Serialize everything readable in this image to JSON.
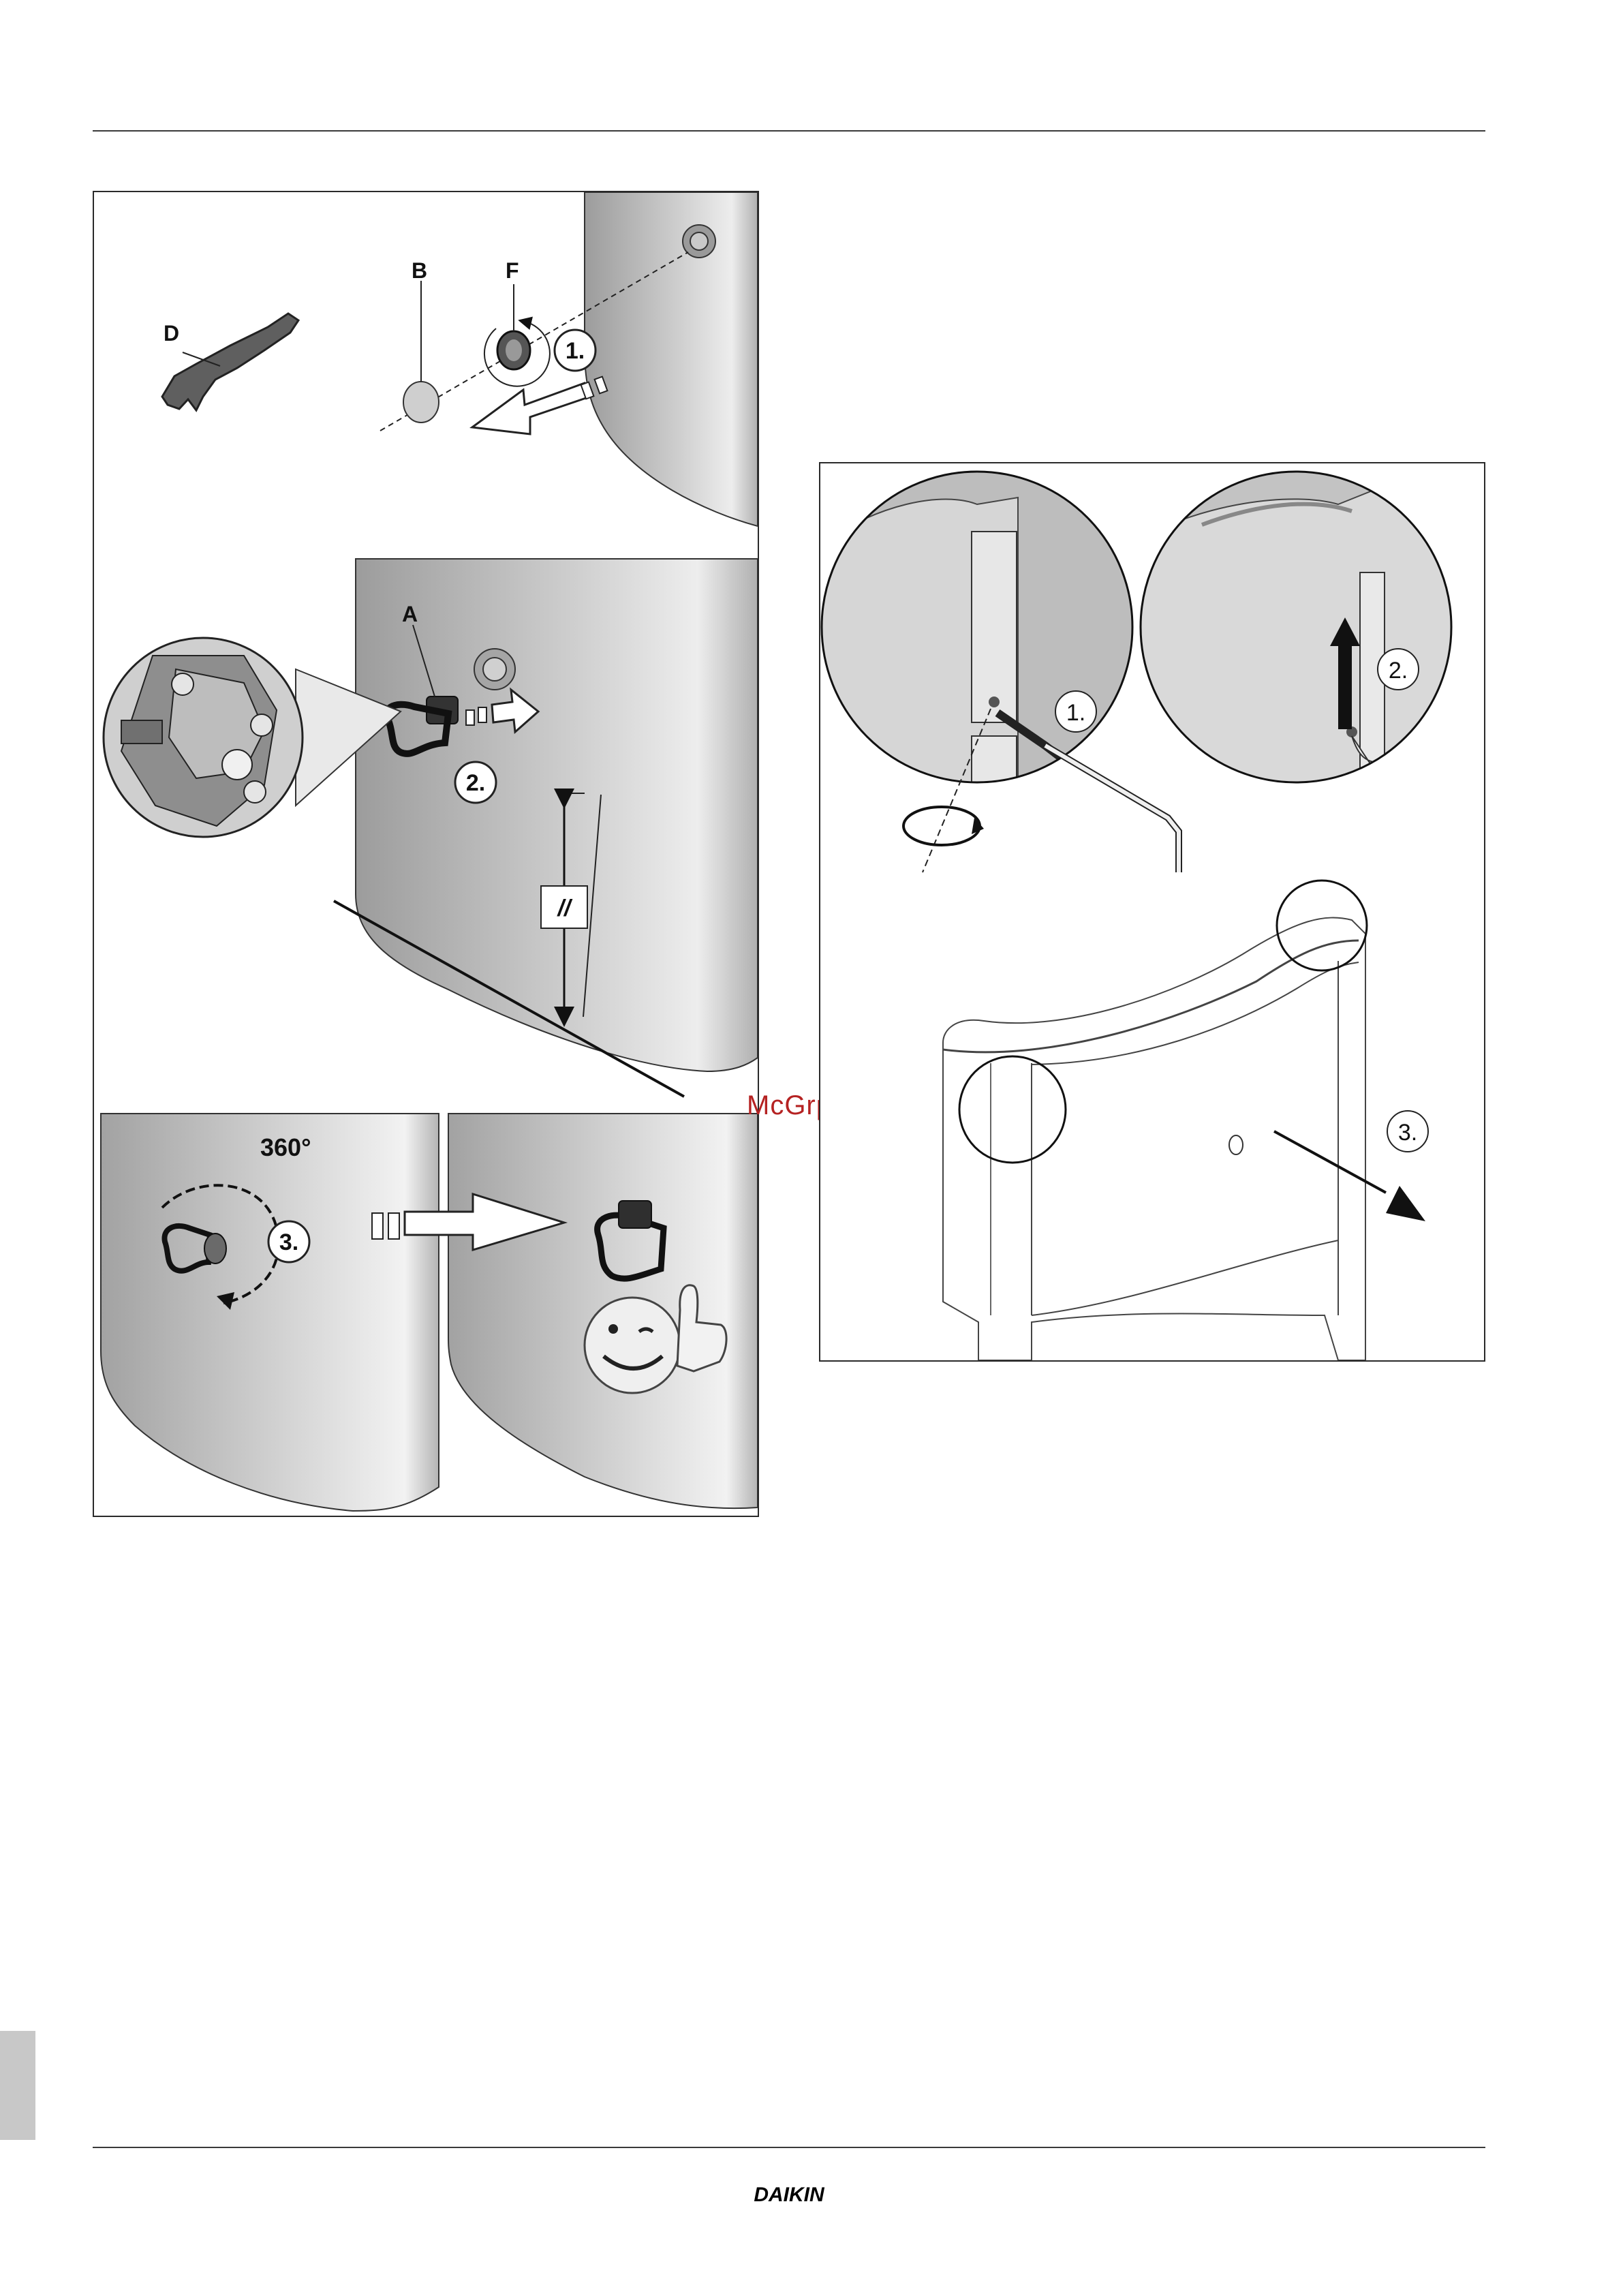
{
  "labels": {
    "d": "D",
    "b": "B",
    "f": "F",
    "a": "A",
    "angle": "360°",
    "double_slash": "//"
  },
  "left_steps": [
    "1.",
    "2.",
    "3."
  ],
  "right_steps": [
    "1.",
    "2.",
    "3."
  ],
  "watermark": "McGrp.Ru",
  "brand": "DAIKIN",
  "colors": {
    "panel_border": "#2a2a2a",
    "unit_gray": "#b5b5b5",
    "watermark": "#b52222"
  }
}
